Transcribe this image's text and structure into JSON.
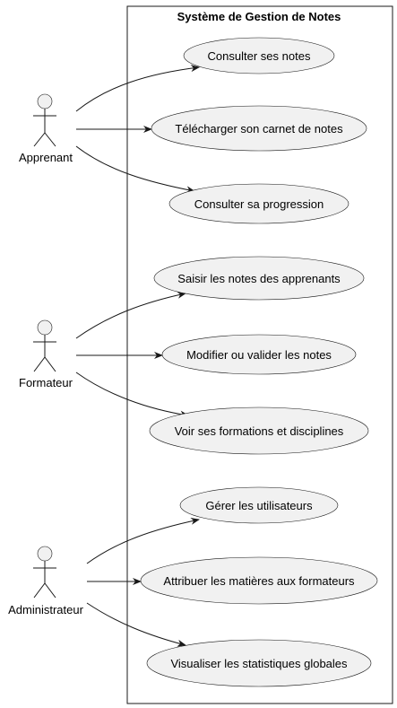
{
  "system": {
    "title": "Système de Gestion de Notes"
  },
  "actors": [
    {
      "name": "Apprenant"
    },
    {
      "name": "Formateur"
    },
    {
      "name": "Administrateur"
    }
  ],
  "use_cases": [
    {
      "label": "Consulter ses notes"
    },
    {
      "label": "Télécharger son carnet de notes"
    },
    {
      "label": "Consulter sa progression"
    },
    {
      "label": "Saisir les notes des apprenants"
    },
    {
      "label": "Modifier ou valider les notes"
    },
    {
      "label": "Voir ses formations et disciplines"
    },
    {
      "label": "Gérer les utilisateurs"
    },
    {
      "label": "Attribuer les matières aux formateurs"
    },
    {
      "label": "Visualiser les statistiques globales"
    }
  ]
}
